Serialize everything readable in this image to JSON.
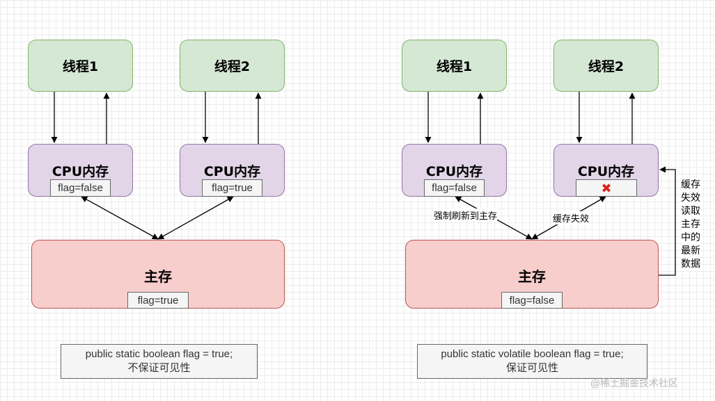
{
  "left": {
    "thread1": "线程1",
    "thread2": "线程2",
    "cpu1": "CPU内存",
    "cpu2": "CPU内存",
    "cpu1_flag": "flag=false",
    "cpu2_flag": "flag=true",
    "main_memory": "主存",
    "main_flag": "flag=true",
    "note_line1": "public static boolean flag = true;",
    "note_line2": "不保证可见性"
  },
  "right": {
    "thread1": "线程1",
    "thread2": "线程2",
    "cpu1": "CPU内存",
    "cpu2": "CPU内存",
    "cpu1_flag": "flag=false",
    "cpu2_flag_icon": "red-x-icon",
    "main_memory": "主存",
    "main_flag": "flag=false",
    "label_flush": "强制刷新到主存",
    "label_invalid": "缓存失效",
    "side_label": "缓存失效读取主存中的最新数据",
    "note_line1": "public static volatile boolean flag = true;",
    "note_line2": "保证可见性"
  },
  "watermark": "@稀土掘金技术社区",
  "colors": {
    "thread_fill": "#d5e8d4",
    "cpu_fill": "#e1d5e7",
    "memory_fill": "#f8cecc",
    "x_mark": "#d9241b"
  }
}
